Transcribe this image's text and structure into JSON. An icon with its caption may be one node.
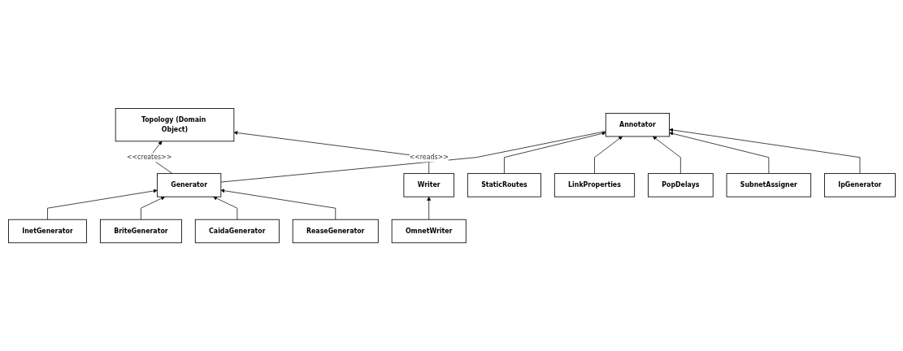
{
  "diagram": {
    "nodes": [
      {
        "text": [
          "Topology (Domain Object)"
        ]
      },
      {
        "text": [
          "Annotator"
        ]
      },
      {
        "text": [
          "Generator"
        ]
      },
      {
        "text": [
          "Writer"
        ]
      },
      {
        "text": [
          "StaticRoutes"
        ]
      },
      {
        "text": [
          "LinkProperties"
        ]
      },
      {
        "text": [
          "InetGenerator"
        ]
      },
      {
        "text": [
          "BriteGenerator"
        ]
      },
      {
        "text": [
          "OmnetWriter"
        ]
      },
      {
        "text": [
          "PopDelays"
        ]
      },
      {
        "text": [
          "SubnetAssigner"
        ]
      },
      {
        "text": [
          "CaidaGenerator"
        ]
      },
      {
        "text": [
          "ReaseGenerator"
        ]
      },
      {
        "text": [
          "IpGenerator"
        ]
      }
    ],
    "edges": [
      {
        "from": 2,
        "to": 0,
        "arrow": "to",
        "label": "<<creates>>"
      },
      {
        "from": 3,
        "to": 0,
        "arrow": "to",
        "label": "<<reads>>"
      },
      {
        "from": 1,
        "to": 2,
        "arrow": "other"
      },
      {
        "from": 4,
        "to": 1,
        "arrow": "to"
      },
      {
        "from": 5,
        "to": 1,
        "arrow": "to"
      },
      {
        "from": 9,
        "to": 1,
        "arrow": "to"
      },
      {
        "from": 10,
        "to": 1,
        "arrow": "to"
      },
      {
        "from": 13,
        "to": 1,
        "arrow": "to"
      },
      {
        "from": 6,
        "to": 2,
        "arrow": "to"
      },
      {
        "from": 7,
        "to": 2,
        "arrow": "to"
      },
      {
        "from": 11,
        "to": 2,
        "arrow": "to"
      },
      {
        "from": 12,
        "to": 2,
        "arrow": "to"
      },
      {
        "from": 8,
        "to": 3,
        "arrow": "to"
      }
    ]
  }
}
